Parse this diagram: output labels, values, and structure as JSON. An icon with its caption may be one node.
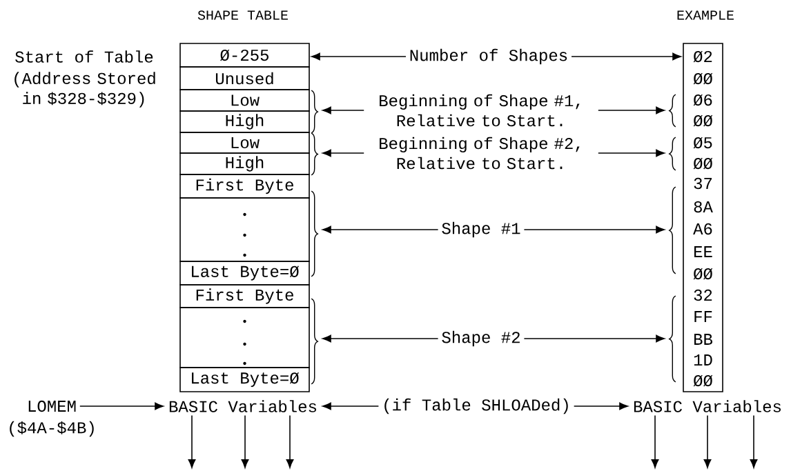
{
  "diagram": {
    "nodes": [
      {
        "text": [
          "Ø-255"
        ],
        "beside": [
          "Start of Table",
          "(Address Stored in $328-$329)"
        ]
      },
      {
        "text": [
          "Unused"
        ]
      },
      {
        "text": [
          "Low"
        ]
      },
      {
        "text": [
          "High"
        ]
      },
      {
        "text": [
          "Low"
        ]
      },
      {
        "text": [
          "High"
        ]
      },
      {
        "text": [
          "First Byte"
        ]
      },
      {
        "text": [],
        "shape": "box"
      },
      {
        "text": [
          "Last Byte=Ø"
        ]
      },
      {
        "text": [
          "First Byte"
        ]
      },
      {
        "text": [],
        "shape": "box"
      },
      {
        "text": [
          "Last Byte=Ø"
        ]
      },
      {
        "text": [],
        "shape": "brace"
      },
      {
        "text": [],
        "shape": "brace"
      },
      {
        "text": [],
        "shape": "brace"
      },
      {
        "text": [],
        "shape": "brace"
      },
      {
        "text": [
          "Number of Shapes"
        ]
      },
      {
        "text": [
          "Beginning of Shape #1, Relative to Start."
        ]
      },
      {
        "text": [
          "Beginning of Shape #2, Relative to Start."
        ]
      },
      {
        "text": [
          "Shape #1"
        ]
      },
      {
        "text": [
          "Shape #2"
        ]
      },
      {
        "text": [
          "Ø2",
          "ØØ",
          "Ø6",
          "ØØ",
          "Ø5",
          "ØØ",
          "37",
          "8A",
          "A6",
          "EE",
          "ØØ",
          "32",
          "FF",
          "BB",
          "1D",
          "ØØ"
        ]
      },
      {
        "text": [],
        "shape": "brace"
      },
      {
        "text": [],
        "shape": "brace"
      },
      {
        "text": [],
        "shape": "brace"
      },
      {
        "text": [],
        "shape": "brace"
      },
      {
        "text": [
          "LOMEM",
          "($4A-$4B)"
        ]
      },
      {
        "text": [
          "BASIC Variables"
        ]
      },
      {
        "text": [
          "(if Table SHLOADed)"
        ]
      },
      {
        "text": [
          "BASIC Variables"
        ]
      }
    ],
    "edges": [
      {
        "from": 16,
        "to": 0,
        "arrow": "to"
      },
      {
        "from": 16,
        "to": 21,
        "arrow": "to"
      },
      {
        "from": 17,
        "to": 12,
        "arrow": "to"
      },
      {
        "from": 17,
        "to": 22,
        "arrow": "to"
      },
      {
        "from": 18,
        "to": 13,
        "arrow": "to"
      },
      {
        "from": 18,
        "to": 23,
        "arrow": "to"
      },
      {
        "from": 19,
        "to": 14,
        "arrow": "to"
      },
      {
        "from": 19,
        "to": 24,
        "arrow": "to"
      },
      {
        "from": 20,
        "to": 15,
        "arrow": "to"
      },
      {
        "from": 20,
        "to": 25,
        "arrow": "to"
      },
      {
        "from": 26,
        "to": 27,
        "arrow": "to"
      },
      {
        "from": 28,
        "to": 27,
        "arrow": "to"
      },
      {
        "from": 28,
        "to": 29,
        "arrow": "to"
      },
      {
        "from": 27,
        "to": null,
        "arrow": "to"
      },
      {
        "from": 27,
        "to": null,
        "arrow": "to"
      },
      {
        "from": 27,
        "to": null,
        "arrow": "to"
      },
      {
        "from": 29,
        "to": null,
        "arrow": "to"
      },
      {
        "from": 29,
        "to": null,
        "arrow": "to"
      },
      {
        "from": 29,
        "to": null,
        "arrow": "to"
      }
    ],
    "labels": [
      "SHAPE TABLE",
      "EXAMPLE"
    ]
  }
}
